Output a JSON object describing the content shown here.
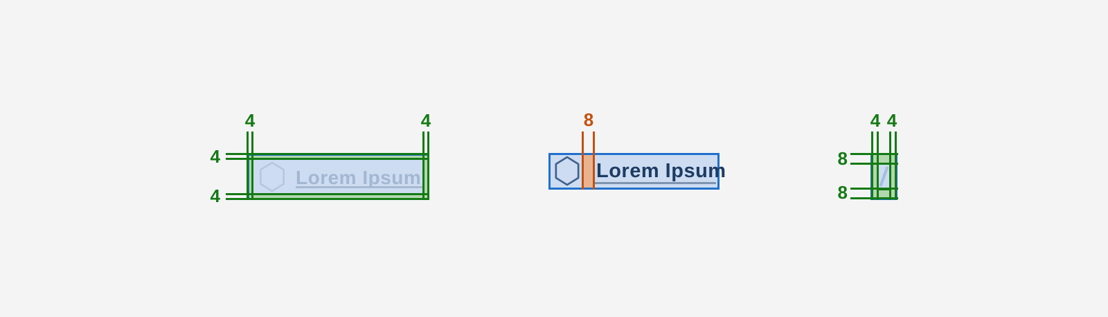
{
  "colors": {
    "background": "#f4f4f5",
    "measure-green": "#147a14",
    "measure-orange": "#c4500e",
    "orange-fill": "#e9b38f",
    "component-border": "#2070cc",
    "component-fill": "#cddcf1",
    "padding-fill": "#b3d7ae",
    "icon-faded": "#b6c6dd",
    "icon-strong": "#3f618c",
    "divider-blue": "#a4bedd",
    "text-faded": "#a2b7d1",
    "text-strong": "#1d3c63",
    "underline-faded": "#a6b9d0",
    "underline-strong": "#7e93af"
  },
  "diagrams": {
    "padding": {
      "description": "button padding spec",
      "button_text": "Lorem Ipsum",
      "icon": "hexagon-icon",
      "measurements": {
        "pad_left": "4",
        "pad_right": "4",
        "pad_top": "4",
        "pad_bottom": "4"
      }
    },
    "gap": {
      "description": "icon to text gap spec",
      "button_text": "Lorem Ipsum",
      "icon": "hexagon-icon",
      "measurements": {
        "icon_text_gap": "8"
      }
    },
    "divider": {
      "description": "divider padding spec",
      "icon": "slash-divider-icon",
      "measurements": {
        "pad_left": "4",
        "pad_right": "4",
        "pad_top": "8",
        "pad_bottom": "8"
      }
    }
  }
}
